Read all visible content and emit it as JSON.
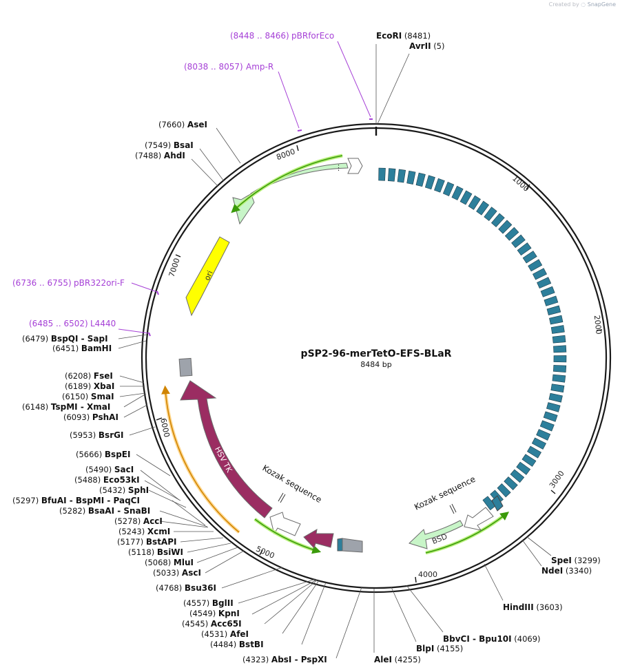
{
  "credit": {
    "prefix": "Created by",
    "brand": "SnapGene"
  },
  "plasmid": {
    "name": "pSP2-96-merTetO-EFS-BLaR",
    "length_label": "8484 bp"
  },
  "ticks": [
    "1000",
    "2000",
    "3000",
    "4000",
    "5000",
    "6000",
    "7000",
    "8000"
  ],
  "primers": [
    {
      "range": "(8448 .. 8466)",
      "name": "pBRforEco"
    },
    {
      "range": "(8038 .. 8057)",
      "name": "Amp-R"
    },
    {
      "range": "(6736 .. 6755)",
      "name": "pBR322ori-F"
    },
    {
      "range": "(6485 .. 6502)",
      "name": "L4440"
    }
  ],
  "sites": [
    {
      "name": "EcoRI",
      "pos": "(8481)"
    },
    {
      "name": "AvrII",
      "pos": "(5)"
    },
    {
      "name": "AseI",
      "pos": "(7660)"
    },
    {
      "name": "BsaI",
      "pos": "(7549)"
    },
    {
      "name": "AhdI",
      "pos": "(7488)"
    },
    {
      "name": "BspQI  - SapI",
      "pos": "(6479)"
    },
    {
      "name": "BamHI",
      "pos": "(6451)"
    },
    {
      "name": "FseI",
      "pos": "(6208)"
    },
    {
      "name": "XbaI",
      "pos": "(6189)"
    },
    {
      "name": "SmaI",
      "pos": "(6150)"
    },
    {
      "name": "TspMI  - XmaI",
      "pos": "(6148)"
    },
    {
      "name": "PshAI",
      "pos": "(6093)"
    },
    {
      "name": "BsrGI",
      "pos": "(5953)"
    },
    {
      "name": "BspEI",
      "pos": "(5666)"
    },
    {
      "name": "SacI",
      "pos": "(5490)"
    },
    {
      "name": "Eco53kI",
      "pos": "(5488)"
    },
    {
      "name": "SphI",
      "pos": "(5432)"
    },
    {
      "name": "BfuAI  - BspMI  - PaqCI",
      "pos": "(5297)"
    },
    {
      "name": "BsaAI  - SnaBI",
      "pos": "(5282)"
    },
    {
      "name": "AccI",
      "pos": "(5278)"
    },
    {
      "name": "XcmI",
      "pos": "(5243)"
    },
    {
      "name": "BstAPI",
      "pos": "(5177)"
    },
    {
      "name": "BsiWI",
      "pos": "(5118)"
    },
    {
      "name": "MluI",
      "pos": "(5068)"
    },
    {
      "name": "AscI",
      "pos": "(5033)"
    },
    {
      "name": "Bsu36I",
      "pos": "(4768)"
    },
    {
      "name": "BglII",
      "pos": "(4557)"
    },
    {
      "name": "KpnI",
      "pos": "(4549)"
    },
    {
      "name": "Acc65I",
      "pos": "(4545)"
    },
    {
      "name": "AfeI",
      "pos": "(4531)"
    },
    {
      "name": "BstBI",
      "pos": "(4484)"
    },
    {
      "name": "AbsI  - PspXI",
      "pos": "(4323)"
    },
    {
      "name": "AleI",
      "pos": "(4255)"
    },
    {
      "name": "BlpI",
      "pos": "(4155)"
    },
    {
      "name": "BbvCI  - Bpu10I",
      "pos": "(4069)"
    },
    {
      "name": "HindIII",
      "pos": "(3603)"
    },
    {
      "name": "NdeI",
      "pos": "(3340)"
    },
    {
      "name": "SpeI",
      "pos": "(3299)"
    }
  ],
  "features": [
    {
      "name": "ori"
    },
    {
      "name": "HSV TK"
    },
    {
      "name": "BSD"
    },
    {
      "name": "Kozak sequence"
    },
    {
      "name": "Kozak sequence"
    }
  ],
  "colors": {
    "backbone": "#1a1a1a",
    "ampr_fill": "#c8f5c8",
    "ori_fill": "#ffff00",
    "hsvtk_fill": "#9b2d62",
    "teto_fill": "#2d7f9b",
    "primer": "#a53fd6",
    "orf_line": "#3a9a0a",
    "orf_glow": "#b8f07a",
    "orange_line": "#d08400",
    "orange_glow": "#ffd890",
    "gray_fill": "#9ea3ab"
  }
}
